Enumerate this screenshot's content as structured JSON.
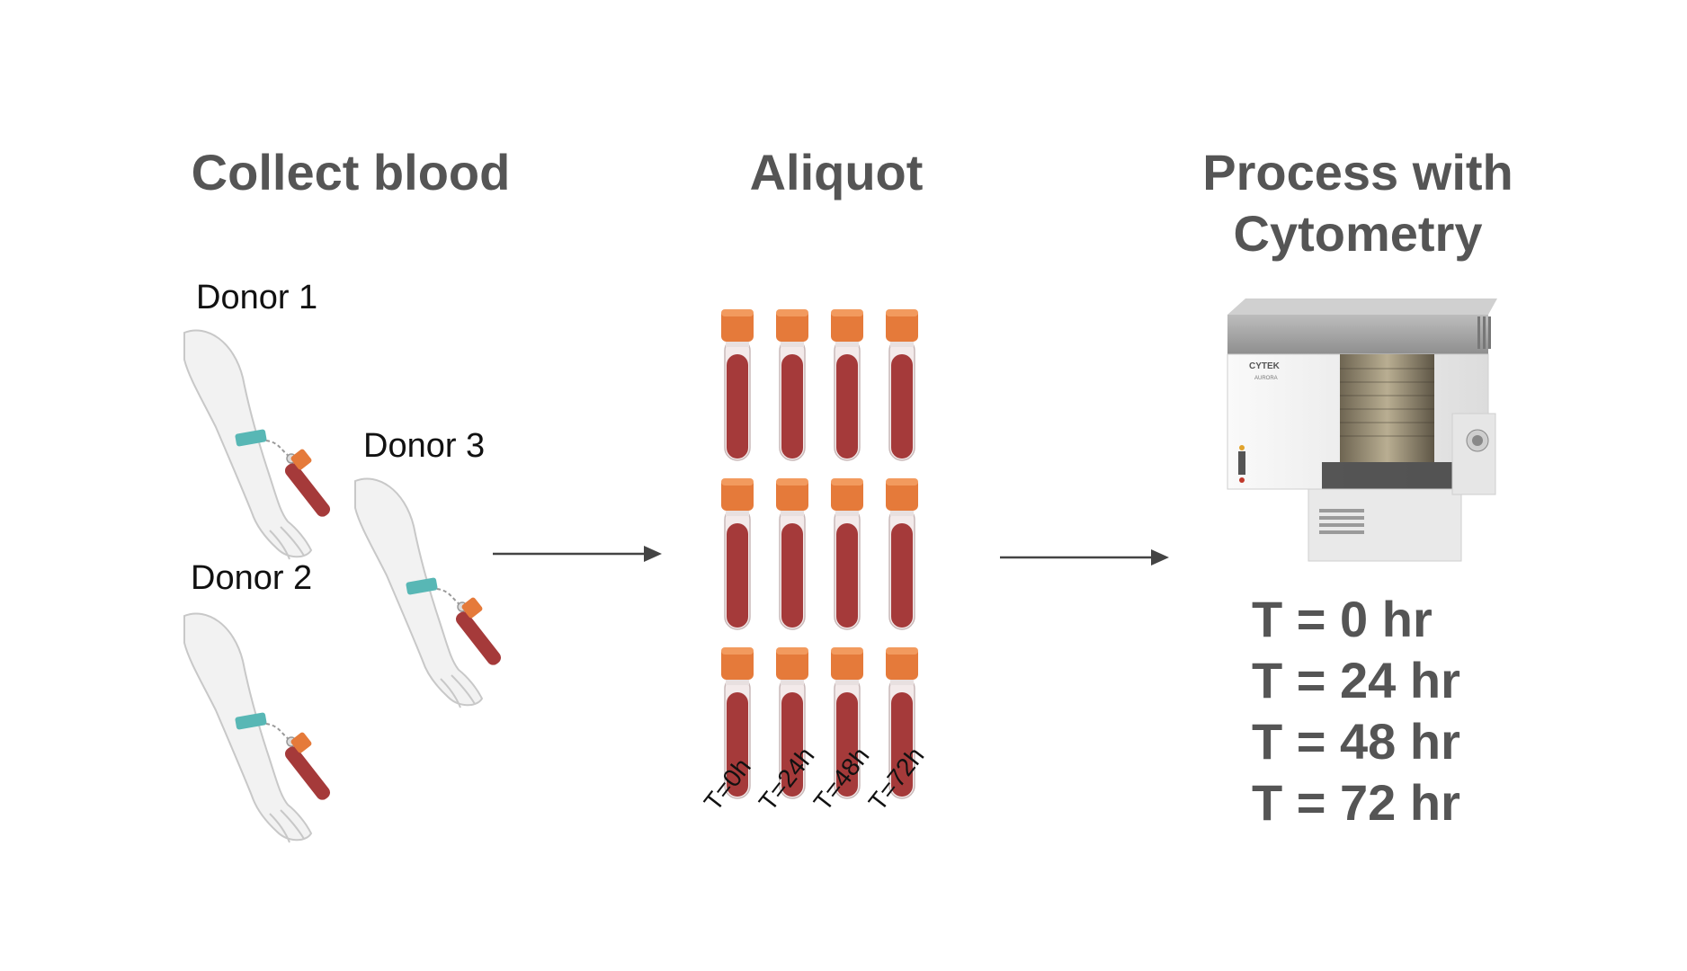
{
  "headings": {
    "collect": "Collect blood",
    "aliquot": "Aliquot",
    "process_line1": "Process with",
    "process_line2": "Cytometry"
  },
  "donors": [
    "Donor 1",
    "Donor 2",
    "Donor 3"
  ],
  "tube_labels": [
    "T=0h",
    "T=24h",
    "T=48h",
    "T=72h"
  ],
  "tube_grid": {
    "rows": 3,
    "columns": 4
  },
  "instrument": {
    "brand": "CYTEK",
    "model": "AURORA"
  },
  "timepoints": [
    "T = 0 hr",
    "T = 24 hr",
    "T = 48 hr",
    "T = 72 hr"
  ],
  "colors": {
    "heading": "#555555",
    "blood": "#a53a3a",
    "tube_cap": "#e57a3a",
    "tourniquet": "#58b7b5",
    "arrow": "#444444"
  }
}
